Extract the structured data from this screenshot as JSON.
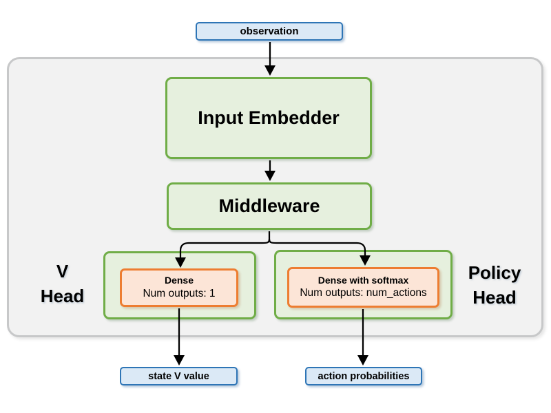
{
  "diagram": {
    "observation": {
      "label": "observation"
    },
    "input_embedder": {
      "label": "Input Embedder"
    },
    "middleware": {
      "label": "Middleware"
    },
    "v_head": {
      "label_line1": "V",
      "label_line2": "Head",
      "dense": {
        "title": "Dense",
        "subtitle": "Num outputs: 1"
      }
    },
    "policy_head": {
      "label_line1": "Policy",
      "label_line2": "Head",
      "dense": {
        "title": "Dense with softmax",
        "subtitle": "Num outputs: num_actions"
      }
    },
    "outputs": {
      "state_v_value": {
        "label": "state V value"
      },
      "action_probabilities": {
        "label": "action probabilities"
      }
    },
    "colors": {
      "io_fill": "#dbe9f6",
      "io_border": "#2e75b6",
      "block_fill": "#e6f0de",
      "block_border": "#70ad47",
      "layer_fill": "#fce5d7",
      "layer_border": "#ed7d31",
      "container_fill": "#f2f2f2",
      "container_border": "#c7c8c9",
      "arrow": "#000000"
    }
  }
}
